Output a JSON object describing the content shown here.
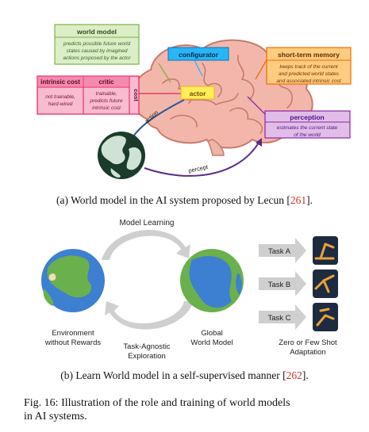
{
  "panel_a": {
    "world_model": {
      "title": "world model",
      "desc": [
        "predicts possible future world",
        "states caused by imagined",
        "actions proposed by the actor"
      ]
    },
    "configurator": {
      "title": "configurator"
    },
    "short_term_memory": {
      "title": "short-term memory",
      "desc": [
        "keeps track of the current",
        "and predicted world states",
        "and associated intrinsic cost"
      ]
    },
    "intrinsic_cost": {
      "title": "intrinsic cost",
      "desc": [
        "not trainable,",
        "hard-wired"
      ]
    },
    "critic": {
      "title": "critic",
      "desc": [
        "trainable,",
        "predicts future",
        "intrinsic cost"
      ]
    },
    "cost_label": "cost",
    "actor": {
      "title": "actor"
    },
    "perception": {
      "title": "perception",
      "desc": [
        "estimates the current state",
        "of the world"
      ]
    },
    "action_label": "action",
    "percept_label": "percept",
    "caption": "(a) World model in the AI system proposed by Lecun [",
    "caption_ref": "261",
    "caption_end": "]."
  },
  "panel_b": {
    "model_learning": "Model Learning",
    "env_label": [
      "Environment",
      "without Rewards"
    ],
    "exploration_label": [
      "Task-Agnostic",
      "Exploration"
    ],
    "global_label": [
      "Global",
      "World Model"
    ],
    "tasks": [
      "Task A",
      "Task B",
      "Task C"
    ],
    "zero_shot_label": [
      "Zero or Few Shot",
      "Adaptation"
    ],
    "caption": "(b) Learn World model in a self-supervised manner [",
    "caption_ref": "262",
    "caption_end": "]."
  },
  "figure_caption": [
    "Fig. 16: Illustration of the role and training of world models",
    "in AI systems."
  ],
  "colors": {
    "world_model_fill": "#dcedc8",
    "world_model_border": "#7cb342",
    "configurator_fill": "#29b6f6",
    "stm_fill": "#ffcc80",
    "stm_border": "#ef6c00",
    "cost_fill": "#f48fb1",
    "cost_border": "#e91e63",
    "actor_fill": "#ffee58",
    "perception_fill": "#e1bee7",
    "perception_border": "#8e24aa",
    "globe_ocean": "#3d7fd1",
    "globe_land": "#6ab04c",
    "arrow_gray": "#cfcfcf"
  }
}
